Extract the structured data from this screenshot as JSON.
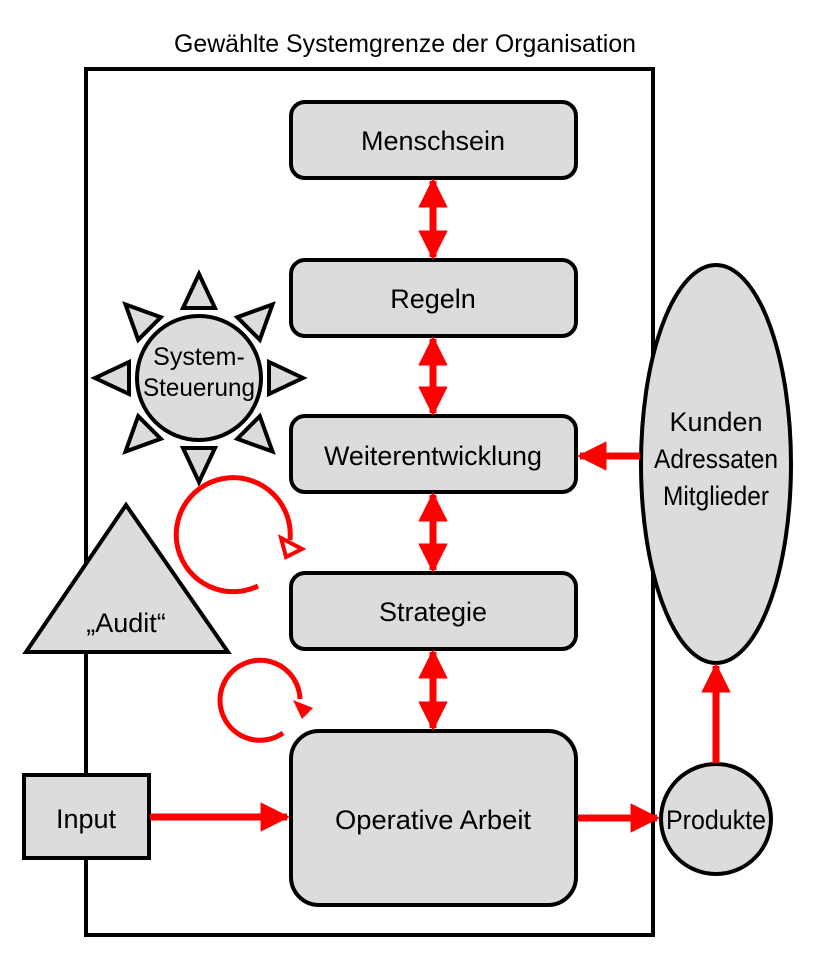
{
  "diagram": {
    "title": "Gewählte Systemgrenze der Organisation",
    "boxes": [
      {
        "id": "menschsein",
        "label": "Menschsein"
      },
      {
        "id": "regeln",
        "label": "Regeln"
      },
      {
        "id": "weiterentwicklung",
        "label": "Weiterentwicklung"
      },
      {
        "id": "strategie",
        "label": "Strategie"
      },
      {
        "id": "operative",
        "label": "Operative Arbeit"
      }
    ],
    "system_steuerung": {
      "line1": "System-",
      "line2": "Steuerung"
    },
    "audit": {
      "label": "„Audit“"
    },
    "input": {
      "label": "Input"
    },
    "kunden": {
      "line1": "Kunden",
      "line2": "Adressaten",
      "line3": "Mitglieder"
    },
    "produkte": {
      "label": "Produkte"
    },
    "connections": [
      {
        "from": "Menschsein",
        "to": "Regeln",
        "type": "bidirectional"
      },
      {
        "from": "Regeln",
        "to": "Weiterentwicklung",
        "type": "bidirectional"
      },
      {
        "from": "Weiterentwicklung",
        "to": "Strategie",
        "type": "bidirectional"
      },
      {
        "from": "Strategie",
        "to": "Operative Arbeit",
        "type": "bidirectional"
      },
      {
        "from": "Input",
        "to": "Operative Arbeit",
        "type": "directed"
      },
      {
        "from": "Operative Arbeit",
        "to": "Produkte",
        "type": "directed"
      },
      {
        "from": "Produkte",
        "to": "Kunden Adressaten Mitglieder",
        "type": "directed"
      },
      {
        "from": "Kunden Adressaten Mitglieder",
        "to": "Weiterentwicklung",
        "type": "directed"
      }
    ],
    "colors": {
      "arrow": "#ff0000",
      "node_fill": "#dcdcdc",
      "stroke": "#000000"
    }
  }
}
